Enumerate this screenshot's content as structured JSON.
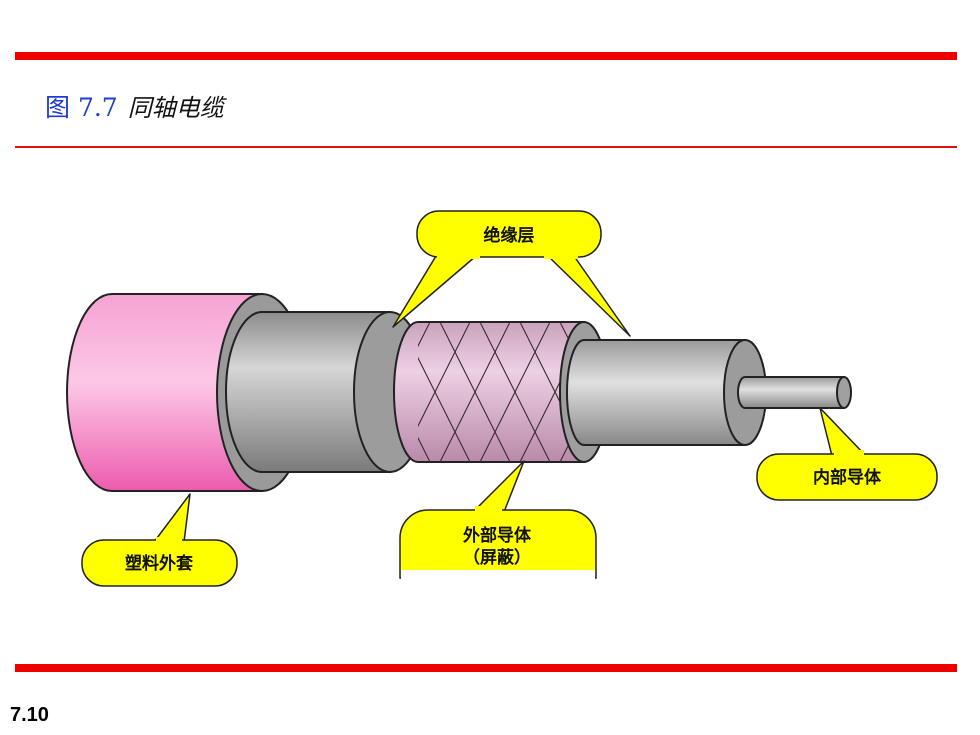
{
  "figure": {
    "number": "图 7.7",
    "caption": "同轴电缆"
  },
  "labels": {
    "jacket": "塑料外套",
    "insulation": "绝缘层",
    "outer_conductor_line1": "外部导体",
    "outer_conductor_line2": "（屏蔽）",
    "inner_conductor": "内部导体"
  },
  "page_number": "7.10",
  "colors": {
    "rule": "#ee0000",
    "title_number": "#1f3bd6",
    "jacket": "#f070b8",
    "callout_fill": "#ffff00",
    "metal_gray": "#a6a6a6"
  }
}
